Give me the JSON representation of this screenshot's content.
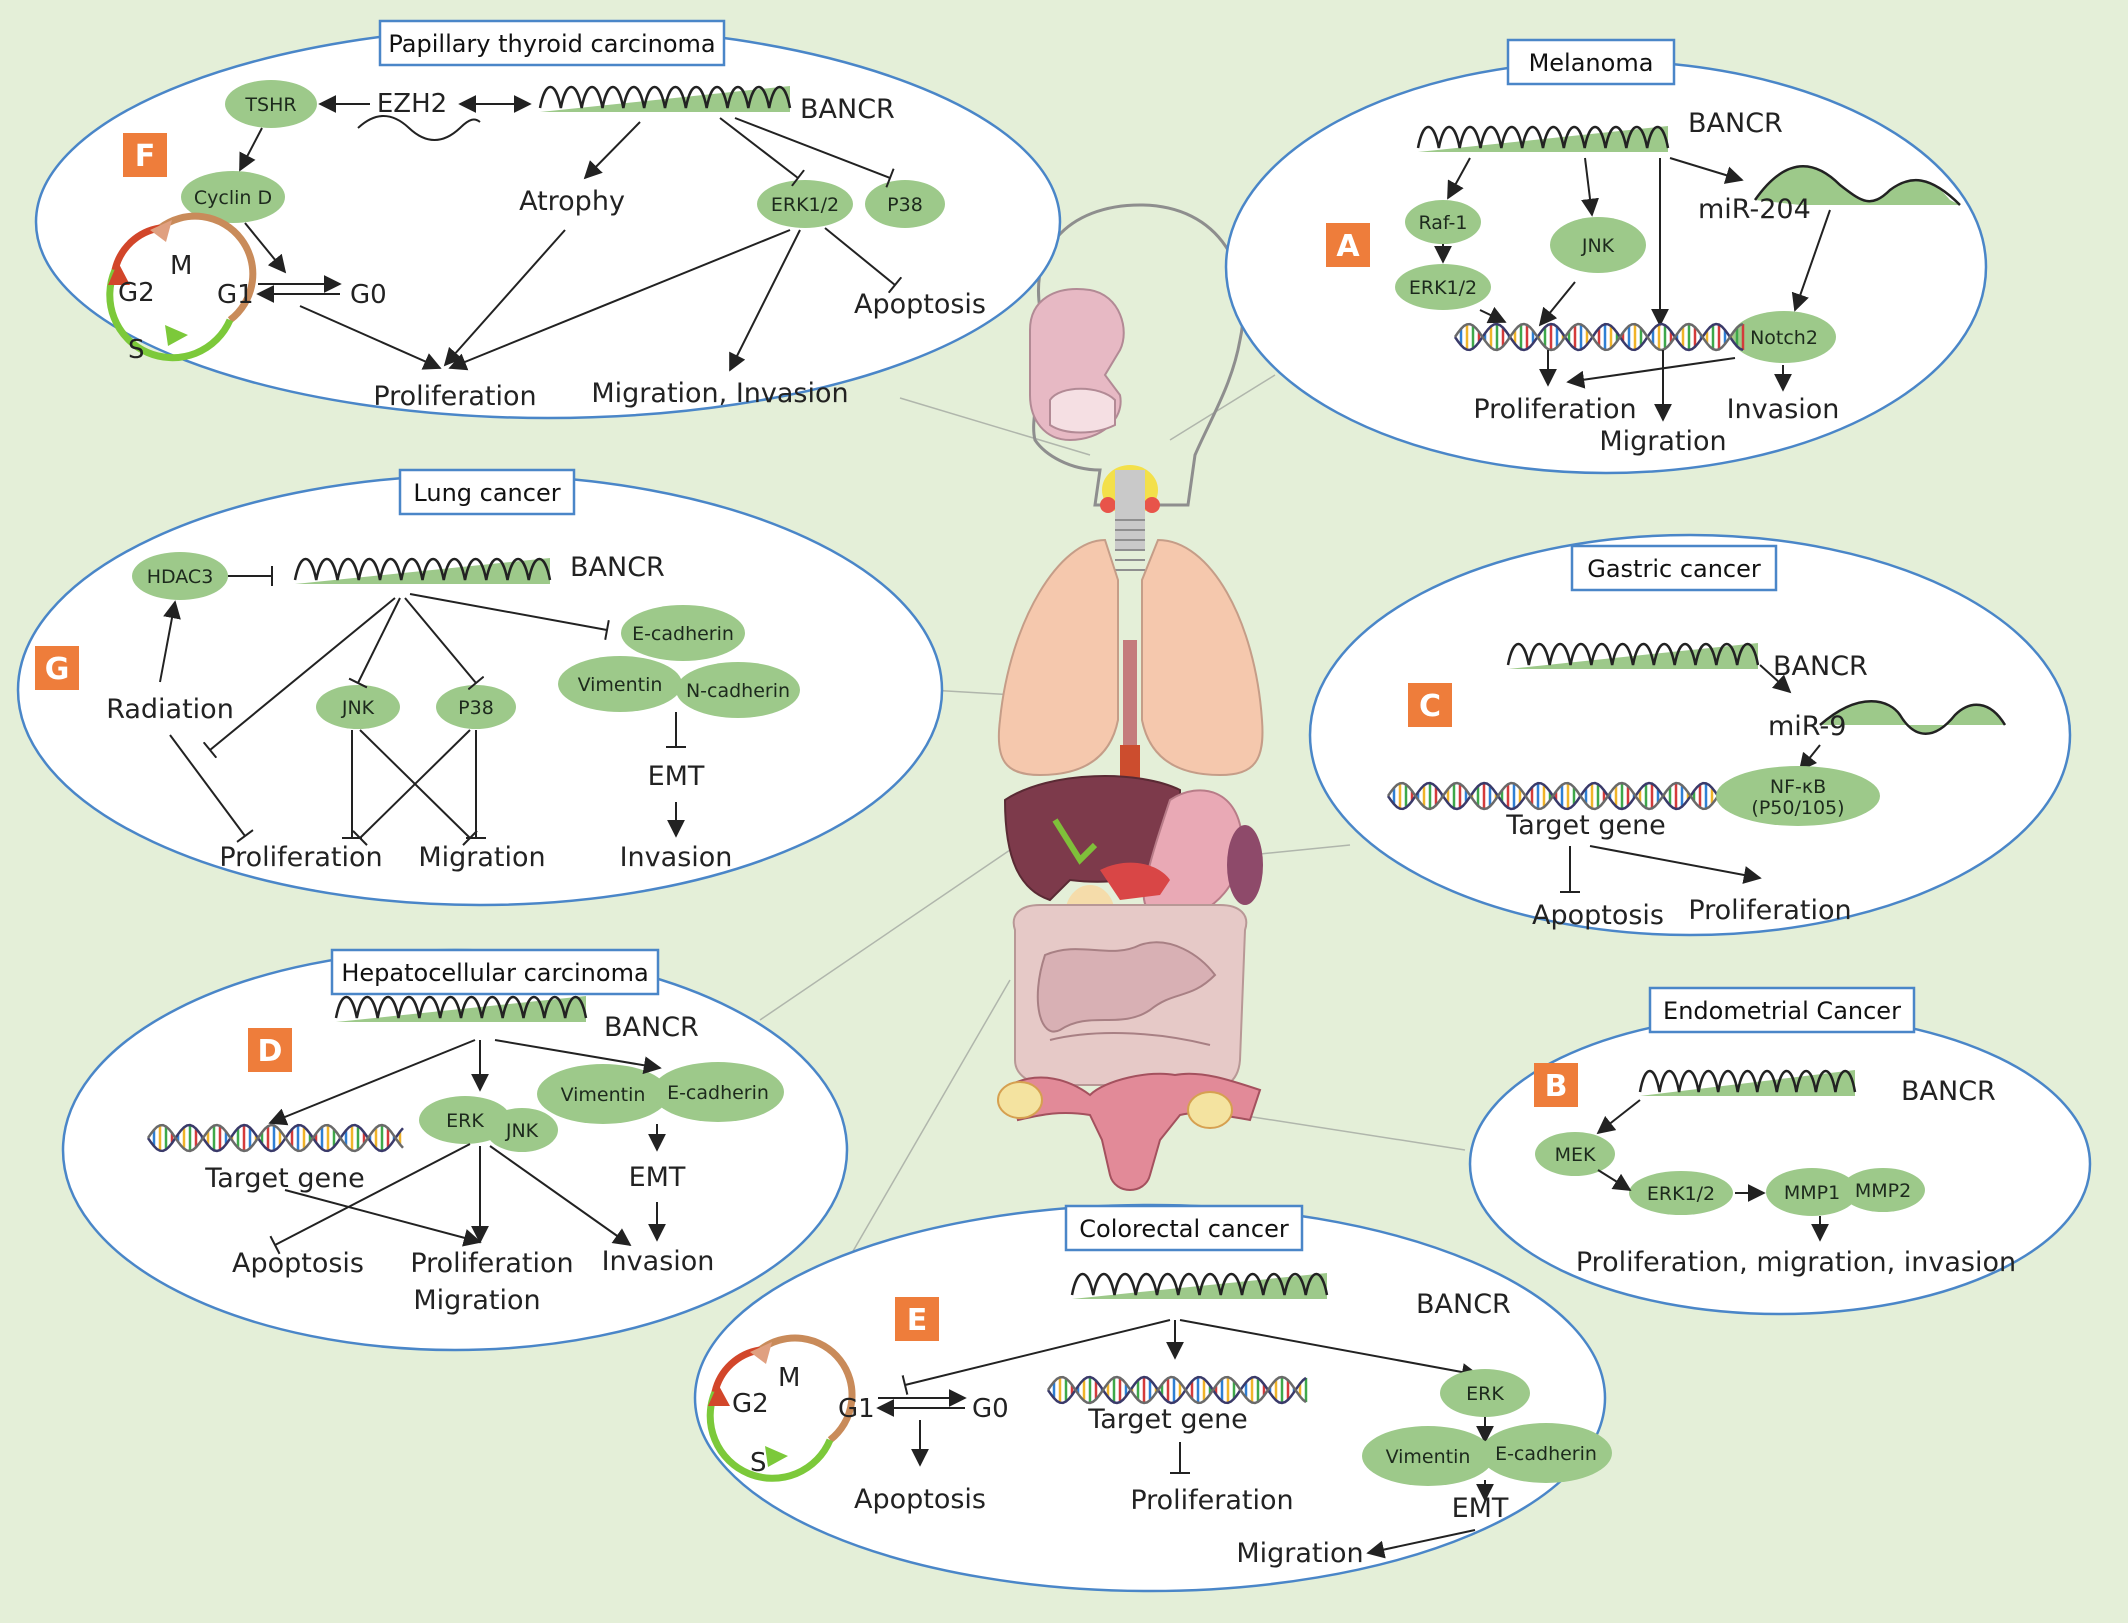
{
  "colors": {
    "background": "#e4efd8",
    "panel_border": "#4a86c8",
    "node_fill": "#9dc98a",
    "badge": "#ee7d3b",
    "wave_fill": "#9dc98a"
  },
  "gene": "BANCR",
  "panels": {
    "ptc": {
      "title": "Papillary thyroid carcinoma",
      "badge": "F",
      "nodes": {
        "tshr": "TSHR",
        "cyclin_d": "Cyclin D",
        "erk": "ERK1/2",
        "p38": "P38"
      },
      "labels": {
        "ezh2": "EZH2",
        "atrophy": "Atrophy",
        "g1": "G1",
        "g0": "G0",
        "apoptosis": "Apoptosis",
        "proliferation": "Proliferation",
        "migration_invasion": "Migration,  Invasion"
      },
      "cycle": {
        "m": "M",
        "g2": "G2",
        "s": "S"
      }
    },
    "melanoma": {
      "title": "Melanoma",
      "badge": "A",
      "nodes": {
        "raf": "Raf-1",
        "erk": "ERK1/2",
        "jnk": "JNK",
        "notch": "Notch2"
      },
      "labels": {
        "mir": "miR-204",
        "proliferation": "Proliferation",
        "migration": "Migration",
        "invasion": "Invasion"
      }
    },
    "lung": {
      "title": "Lung cancer",
      "badge": "G",
      "nodes": {
        "hdac3": "HDAC3",
        "jnk": "JNK",
        "p38": "P38",
        "ecad": "E-cadherin",
        "vim": "Vimentin",
        "ncad": "N-cadherin"
      },
      "labels": {
        "radiation": "Radiation",
        "emt": "EMT",
        "proliferation": "Proliferation",
        "migration": "Migration",
        "invasion": "Invasion"
      }
    },
    "gastric": {
      "title": "Gastric cancer",
      "badge": "C",
      "nodes": {
        "nfkb1": "NF-κB",
        "nfkb2": "(P50/105)"
      },
      "labels": {
        "mir": "miR-9",
        "target": "Target gene",
        "apoptosis": "Apoptosis",
        "proliferation": "Proliferation"
      }
    },
    "hcc": {
      "title": "Hepatocellular carcinoma",
      "badge": "D",
      "nodes": {
        "erk": "ERK",
        "jnk": "JNK",
        "vim": "Vimentin",
        "ecad": "E-cadherin"
      },
      "labels": {
        "target": "Target gene",
        "emt": "EMT",
        "apoptosis": "Apoptosis",
        "proliferation": "Proliferation",
        "migration": "Migration",
        "invasion": "Invasion"
      }
    },
    "endometrial": {
      "title": "Endometrial Cancer",
      "badge": "B",
      "nodes": {
        "mek": "MEK",
        "erk": "ERK1/2",
        "mmp1": "MMP1",
        "mmp2": "MMP2"
      },
      "labels": {
        "outcome": "Proliferation, migration, invasion"
      }
    },
    "colorectal": {
      "title": "Colorectal cancer",
      "badge": "E",
      "nodes": {
        "erk": "ERK",
        "vim": "Vimentin",
        "ecad": "E-cadherin"
      },
      "labels": {
        "g1": "G1",
        "g0": "G0",
        "apoptosis": "Apoptosis",
        "target": "Target gene",
        "proliferation": "Proliferation",
        "emt": "EMT",
        "migration": "Migration"
      },
      "cycle": {
        "m": "M",
        "g2": "G2",
        "s": "S"
      }
    }
  }
}
